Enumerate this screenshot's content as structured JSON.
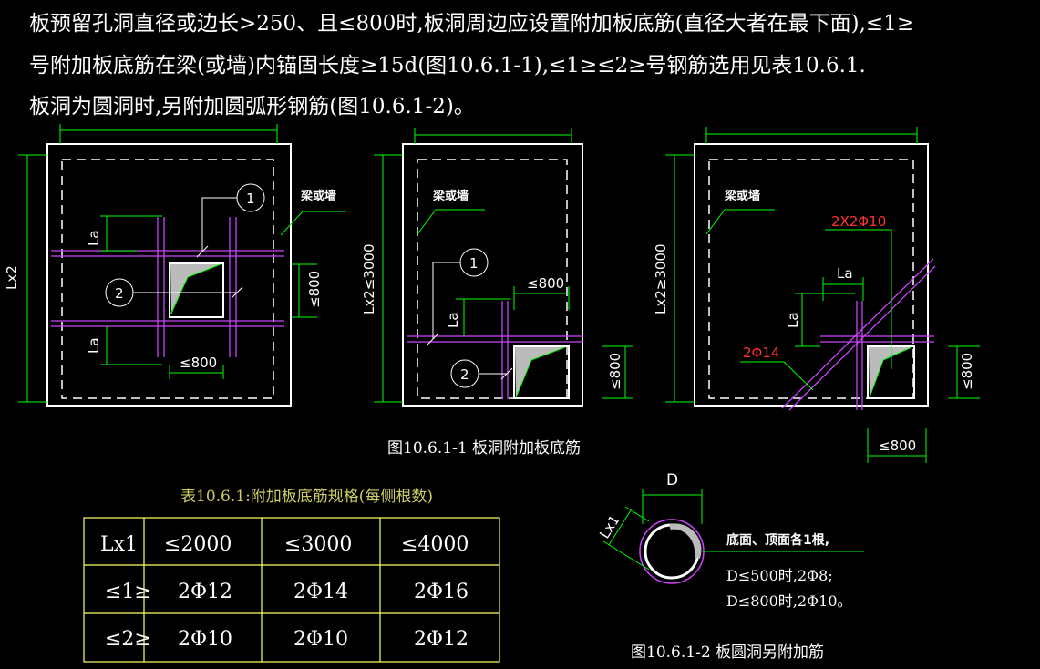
{
  "header": {
    "line1": "板预留孔洞直径或边长>250、且≤800时,板洞周边应设置附加板底筋(直径大者在最下面),≤1≥",
    "line2": "号附加板底筋在梁(或墙)内锚固长度≥15d(图10.6.1-1),≤1≥≤2≥号钢筋选用见表10.6.1.",
    "line3": "板洞为圆洞时,另附加圆弧形钢筋(图10.6.1-2)。"
  },
  "labels": {
    "beam_or_wall": "梁或墙",
    "la": "La",
    "le800": "≤800",
    "lx2": "Lx2",
    "lx2_le3000": "Lx2≤3000",
    "lx2_ge3000": "Lx2≥3000",
    "callout_1": "1",
    "callout_2": "2",
    "rebar_2x2phi10": "2X2Φ10",
    "rebar_2phi14": "2Φ14",
    "d": "D",
    "lx1": "Lx1"
  },
  "captions": {
    "fig1": "图10.6.1-1  板洞附加板底筋",
    "table": "表10.6.1:附加板底筋规格(每侧根数)",
    "fig2": "图10.6.1-2  板圆洞另附加筋"
  },
  "circle_note": {
    "line1": "底面、顶面各1根,",
    "line2": "D≤500时,2Φ8;",
    "line3": "D≤800时,2Φ10。"
  },
  "table": {
    "headers": [
      "Lx1",
      "≤2000",
      "≤3000",
      "≤4000"
    ],
    "rows": [
      [
        "≤1≥",
        "2Φ12",
        "2Φ14",
        "2Φ16"
      ],
      [
        "≤2≥",
        "2Φ10",
        "2Φ10",
        "2Φ12"
      ]
    ]
  },
  "colors": {
    "background": "#000000",
    "dimension": "#00ff00",
    "rebar": "#cc44ff",
    "outline": "#ffffff",
    "table_border": "#ffff66",
    "caption_table": "#cccc66",
    "red_text": "#ff3333",
    "hatch": "#bbbbbb"
  }
}
